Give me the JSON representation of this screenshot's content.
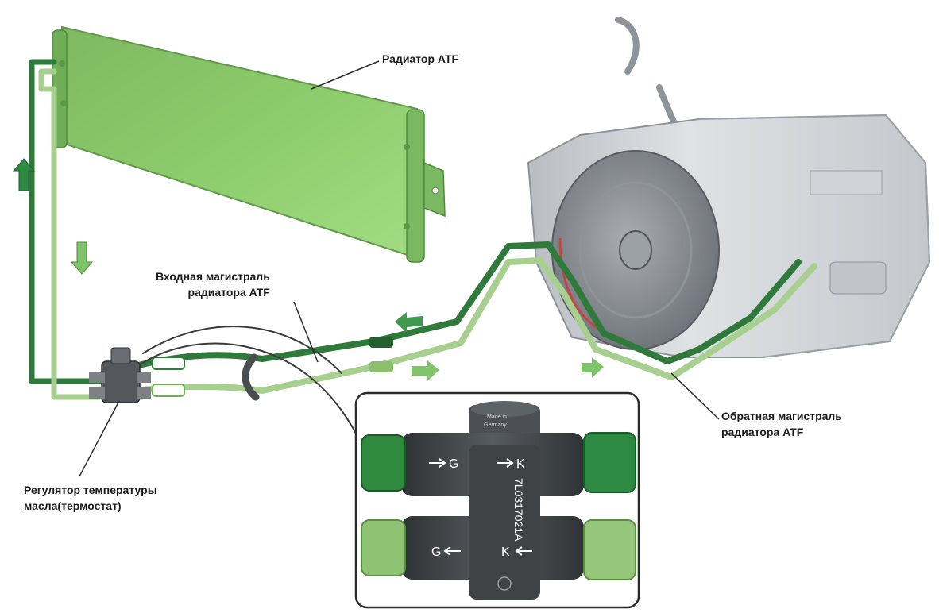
{
  "labels": {
    "radiator": "Радиатор ATF",
    "inlet_line": [
      "Входная магистраль",
      "радиатора ATF"
    ],
    "return_line": [
      "Обратная магистраль",
      "радиатора ATF"
    ],
    "thermostat": [
      "Регулятор температуры",
      "масла(термостат)"
    ]
  },
  "thermostat_markings": {
    "port_top_left": "G",
    "port_top_right": "K",
    "port_bottom_left": "G",
    "port_bottom_right": "K",
    "part_number": "7L0317021A",
    "origin": [
      "Made in",
      "Germany"
    ]
  },
  "icons": [
    "flow-arrow-up-icon",
    "flow-arrow-down-icon",
    "flow-arrow-left-icon",
    "flow-arrow-right-icon"
  ],
  "colors": {
    "radiator_green": "#7cbf5e",
    "line_dark_green": "#2f7a3b",
    "line_light_green": "#a7cf8f",
    "transmission_grey": "#c9ccd0",
    "thermostat_body": "#3d4144",
    "arrow_green": "#3e9a4f"
  }
}
